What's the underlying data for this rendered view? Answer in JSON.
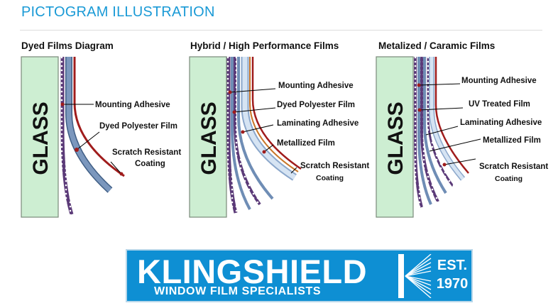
{
  "page_title": "PICTOGRAM ILLUSTRATION",
  "glass_label": "GLASS",
  "panels": [
    {
      "title": "Dyed Films Diagram",
      "labels": [
        "Mounting Adhesive",
        "Dyed Polyester Film",
        "Scratch Resistant",
        "Coating"
      ]
    },
    {
      "title": "Hybrid / High Performance Films",
      "labels": [
        "Mounting Adhesive",
        "Dyed Polyester Film",
        "Laminating Adhesive",
        "Metallized Film",
        "Scratch Resistant",
        "Coating"
      ]
    },
    {
      "title": "Metalized / Caramic Films",
      "labels": [
        "Mounting Adhesive",
        "UV Treated Film",
        "Laminating Adhesive",
        "Metallized Film",
        "Scratch Resistant",
        "Coating"
      ]
    }
  ],
  "logo": {
    "brand": "KLINGSHIELD",
    "tagline": "WINDOW FILM SPECIALISTS",
    "est": "EST.",
    "year": "1970"
  },
  "colors": {
    "title_blue": "#1a9ad6",
    "glass_green": "#cdeed2",
    "film_blue": "#6f8db5",
    "film_light": "#c9dcf0",
    "adhesive_red": "#a01c1c",
    "dotted_purple": "#5b3a78",
    "metal_orange": "#c8772a",
    "logo_blue": "#0e8fd3"
  }
}
